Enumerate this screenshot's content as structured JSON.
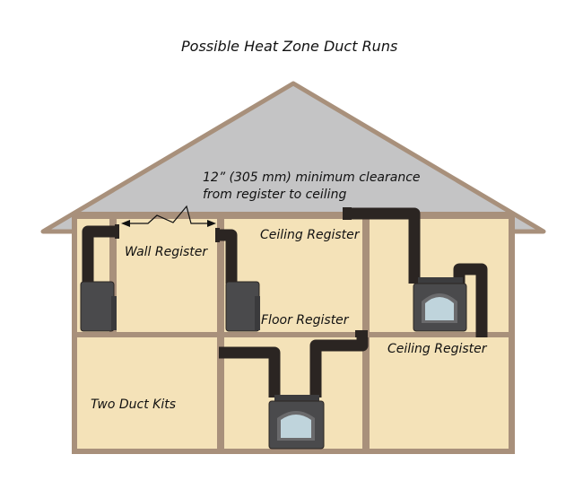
{
  "title": "Possible Heat Zone Duct Runs",
  "labels": {
    "clearance_line1": "12” (305 mm) minimum clearance",
    "clearance_line2": "from register to ceiling",
    "wall_register": "Wall Register",
    "ceiling_register_top": "Ceiling Register",
    "floor_register": "Floor Register",
    "ceiling_register_right": "Ceiling Register",
    "two_duct_kits": "Two Duct Kits"
  },
  "colors": {
    "roof": "#c4c4c5",
    "room": "#f4e2b8",
    "wall": "#a8907b",
    "outline": "#3a3330",
    "duct": "#2b2522",
    "stove_body": "#4a4a4c",
    "stove_glass": "#bfd4dc"
  }
}
